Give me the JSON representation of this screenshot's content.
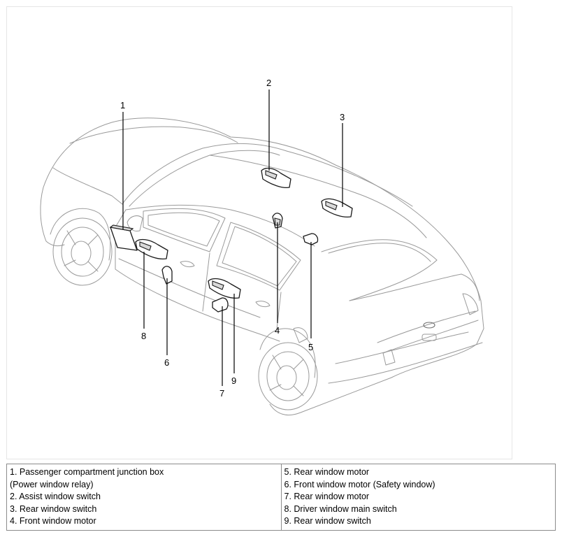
{
  "callouts": [
    "1",
    "2",
    "3",
    "4",
    "5",
    "6",
    "7",
    "8",
    "9"
  ],
  "legend": {
    "left": [
      "1. Passenger compartment junction box",
      "(Power window relay)",
      "2. Assist window switch",
      "3. Rear window switch",
      "4. Front window motor"
    ],
    "right": [
      "5. Rear window motor",
      "6. Front window motor (Safety window)",
      "7. Rear window motor",
      "8. Driver window main switch",
      "9. Rear window switch"
    ]
  }
}
